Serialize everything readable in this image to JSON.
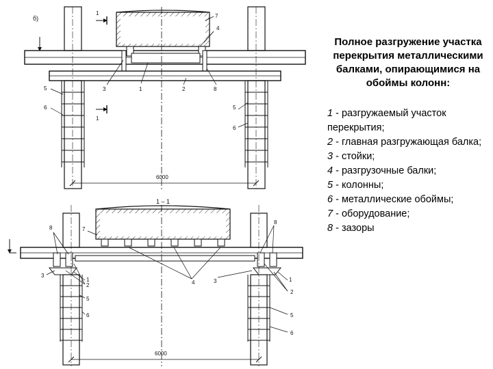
{
  "panel": {
    "title": "Полное разгружение участка перекрытия металлическими балками, опирающимися на обоймы колонн:",
    "legend": [
      {
        "num": "1",
        "text": " - разгружаемый участок перекрытия;"
      },
      {
        "num": "2",
        "text": " - главная разгружающая балка;"
      },
      {
        "num": "3",
        "text": " - стойки;"
      },
      {
        "num": "4",
        "text": " - разгрузочные балки;"
      },
      {
        "num": "5",
        "text": " - колонны;"
      },
      {
        "num": "6",
        "text": " - металлические обоймы;"
      },
      {
        "num": "7",
        "text": " - оборудование;"
      },
      {
        "num": "8",
        "text": " - зазоры"
      }
    ]
  },
  "drawing": {
    "top_view_label": "б)",
    "section_mark": "1",
    "section_title": "1 – 1",
    "dimension": "6000",
    "callouts": [
      "1",
      "2",
      "3",
      "4",
      "5",
      "6",
      "7",
      "8"
    ]
  }
}
